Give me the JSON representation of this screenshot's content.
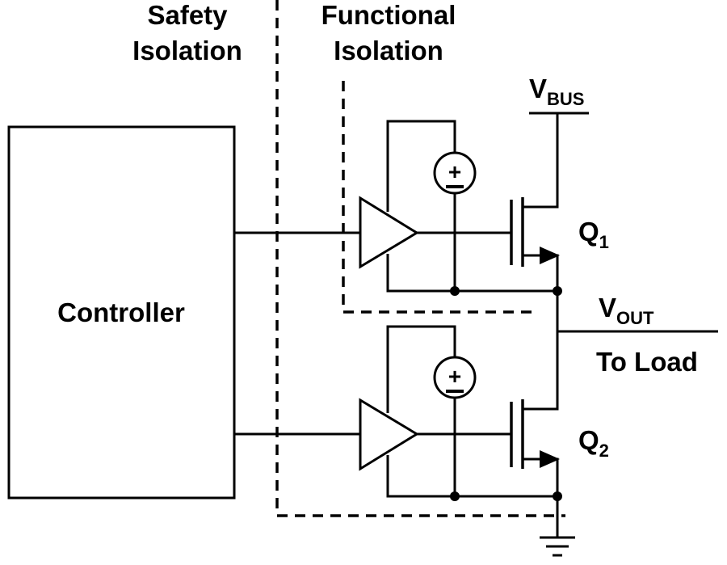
{
  "labels": {
    "safety": [
      "Safety",
      "Isolation"
    ],
    "functional": [
      "Functional",
      "Isolation"
    ],
    "controller": "Controller",
    "vbus_main": "V",
    "vbus_sub": "BUS",
    "vout_main": "V",
    "vout_sub": "OUT",
    "to_load": "To Load",
    "q1_main": "Q",
    "q1_sub": "1",
    "q2_main": "Q",
    "q2_sub": "2"
  },
  "source_symbols": {
    "plus": "+",
    "minus": "−"
  }
}
